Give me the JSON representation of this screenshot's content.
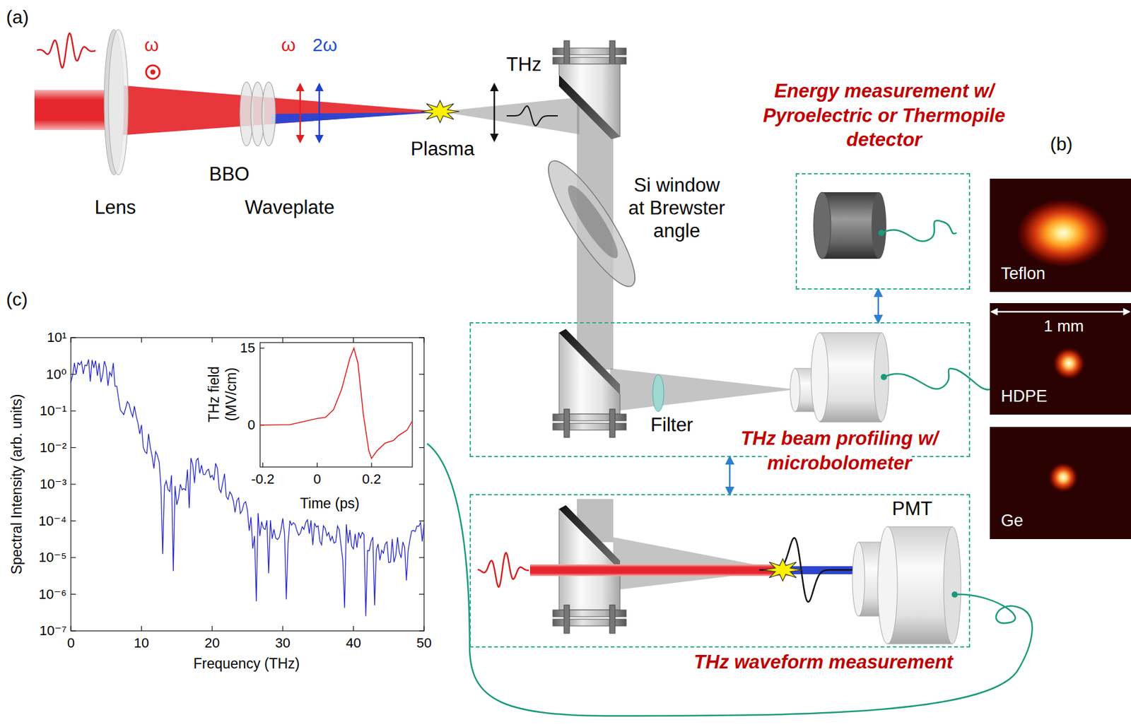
{
  "diagram": {
    "nodes": [
      {
        "text": [
          "Energy measurement w/ Pyroelectric or Thermopile detector"
        ]
      },
      {
        "text": [
          "THz beam profiling w/ microbolometer"
        ]
      },
      {
        "text": [
          "THz waveform measurement"
        ]
      },
      {
        "text": [
          "Teflon"
        ]
      },
      {
        "text": [
          "HDPE"
        ]
      },
      {
        "text": [
          "Ge"
        ]
      }
    ],
    "edges": [
      {
        "from": 0,
        "to": 1,
        "arrow": "both"
      },
      {
        "from": 1,
        "to": 2,
        "arrow": "both"
      }
    ],
    "labels": [
      "(a)",
      "ω",
      "ω",
      "2ω",
      "THz",
      "Lens",
      "BBO",
      "Waveplate",
      "Plasma",
      "Si window at Brewster angle",
      "Filter",
      "PMT",
      "(b)",
      "1 mm",
      "(c)",
      "Spectral Intensity (arb. units)",
      "Frequency (THz)",
      "10¹",
      "10⁰",
      "10⁻¹",
      "10⁻²",
      "10⁻³",
      "10⁻⁴",
      "10⁻⁵",
      "10⁻⁶",
      "10⁻⁷",
      "0",
      "10",
      "20",
      "30",
      "40",
      "50",
      "THz field (MV/cm)",
      "Time (ps)",
      "15",
      "0",
      "-0.2",
      "0",
      "0.2"
    ]
  }
}
